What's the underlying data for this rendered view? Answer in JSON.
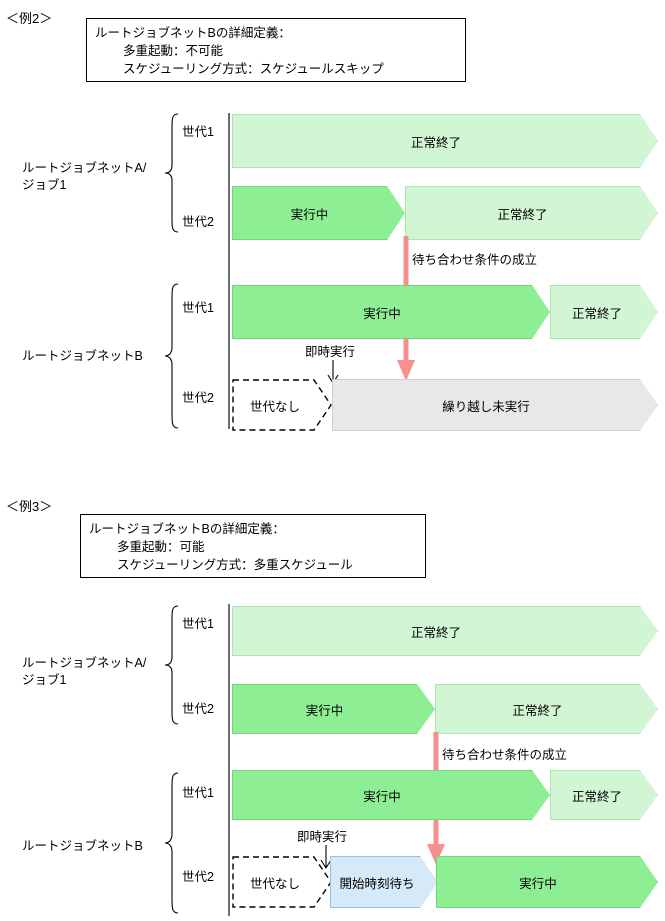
{
  "examples": [
    {
      "caption": "＜例2＞",
      "definition": {
        "title": "ルートジョブネットBの詳細定義：",
        "line1": "多重起動：不可能",
        "line2": "スケジューリング方式：スケジュールスキップ"
      },
      "groups": [
        {
          "name": "ルートジョブネットA/",
          "name2": "ジョブ1",
          "rows": [
            {
              "gen": "世代1",
              "bars": [
                {
                  "label": "正常終了",
                  "kind": "done"
                }
              ]
            },
            {
              "gen": "世代2",
              "bars": [
                {
                  "label": "実行中",
                  "kind": "running"
                },
                {
                  "label": "正常終了",
                  "kind": "done"
                }
              ]
            }
          ]
        },
        {
          "name": "ルートジョブネットB",
          "name2": "",
          "rows": [
            {
              "gen": "世代1",
              "bars": [
                {
                  "label": "実行中",
                  "kind": "running"
                },
                {
                  "label": "正常終了",
                  "kind": "done"
                }
              ]
            },
            {
              "gen": "世代2",
              "bars": [
                {
                  "label": "世代なし",
                  "kind": "none"
                },
                {
                  "label": "繰り越し未実行",
                  "kind": "gray"
                }
              ]
            }
          ]
        }
      ],
      "annotations": {
        "wait": "待ち合わせ条件の成立",
        "immediate": "即時実行"
      }
    },
    {
      "caption": "＜例3＞",
      "definition": {
        "title": "ルートジョブネットBの詳細定義：",
        "line1": "多重起動：可能",
        "line2": "スケジューリング方式：多重スケジュール"
      },
      "groups": [
        {
          "name": "ルートジョブネットA/",
          "name2": "ジョブ1",
          "rows": [
            {
              "gen": "世代1",
              "bars": [
                {
                  "label": "正常終了",
                  "kind": "done"
                }
              ]
            },
            {
              "gen": "世代2",
              "bars": [
                {
                  "label": "実行中",
                  "kind": "running"
                },
                {
                  "label": "正常終了",
                  "kind": "done"
                }
              ]
            }
          ]
        },
        {
          "name": "ルートジョブネットB",
          "name2": "",
          "rows": [
            {
              "gen": "世代1",
              "bars": [
                {
                  "label": "実行中",
                  "kind": "running"
                },
                {
                  "label": "正常終了",
                  "kind": "done"
                }
              ]
            },
            {
              "gen": "世代2",
              "bars": [
                {
                  "label": "世代なし",
                  "kind": "none"
                },
                {
                  "label": "開始時刻待ち",
                  "kind": "blue"
                },
                {
                  "label": "実行中",
                  "kind": "running"
                }
              ]
            }
          ]
        }
      ],
      "annotations": {
        "wait": "待ち合わせ条件の成立",
        "immediate": "即時実行"
      }
    }
  ],
  "colors": {
    "running_fill": "#8DEE94",
    "done_fill": "#D2F5D4",
    "gray_fill": "#E8E8E8",
    "blue_fill": "#D6E9F8",
    "arrow_pink": "#F6908F",
    "axis": "#6E6E6E"
  }
}
